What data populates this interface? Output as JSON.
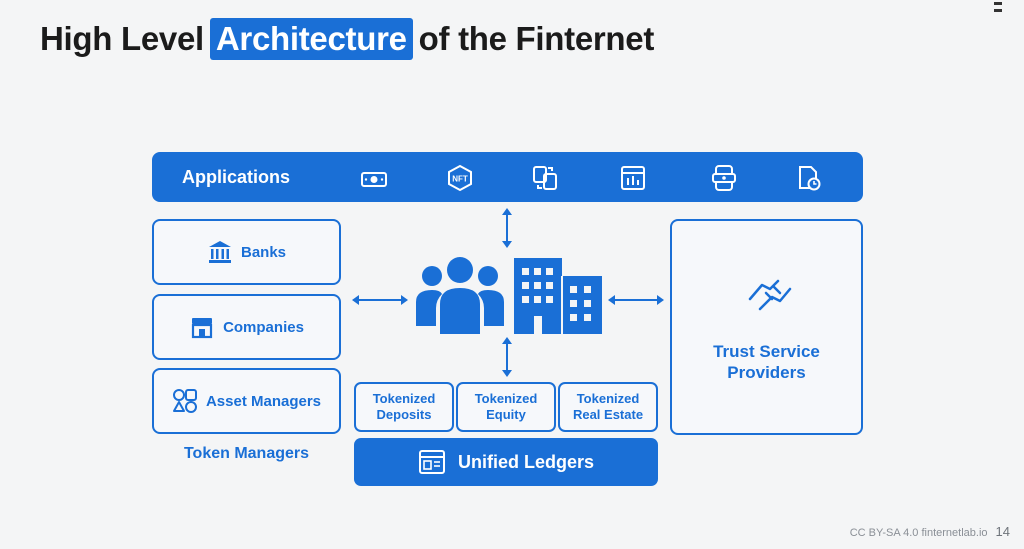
{
  "title": {
    "before": "High Level",
    "highlight": "Architecture",
    "after": "of the Finternet"
  },
  "applications": {
    "label": "Applications",
    "icons": [
      "cash-icon",
      "nft-icon",
      "transfer-icon",
      "dashboard-icon",
      "mobile-payment-icon",
      "document-clock-icon"
    ],
    "nft_text": "NFT"
  },
  "token_managers": {
    "items": [
      {
        "label": "Banks",
        "icon": "bank-icon"
      },
      {
        "label": "Companies",
        "icon": "store-icon"
      },
      {
        "label": "Asset Managers",
        "icon": "shapes-icon"
      }
    ],
    "group_label": "Token Managers"
  },
  "trust": {
    "label": "Trust Service Providers",
    "icon": "handshake-icon"
  },
  "tokenized": [
    {
      "label": "Tokenized Deposits"
    },
    {
      "label": "Tokenized Equity"
    },
    {
      "label": "Tokenized Real Estate"
    }
  ],
  "ledger": {
    "label": "Unified Ledgers",
    "icon": "ledger-window-icon"
  },
  "center": {
    "icons": [
      "users-group-icon",
      "buildings-icon"
    ]
  },
  "footer": {
    "license": "CC BY-SA 4.0 finternetlab.io",
    "page": "14"
  },
  "colors": {
    "accent": "#1a6fd6",
    "title": "#1b1b1b",
    "background": "#f4f5f6"
  }
}
